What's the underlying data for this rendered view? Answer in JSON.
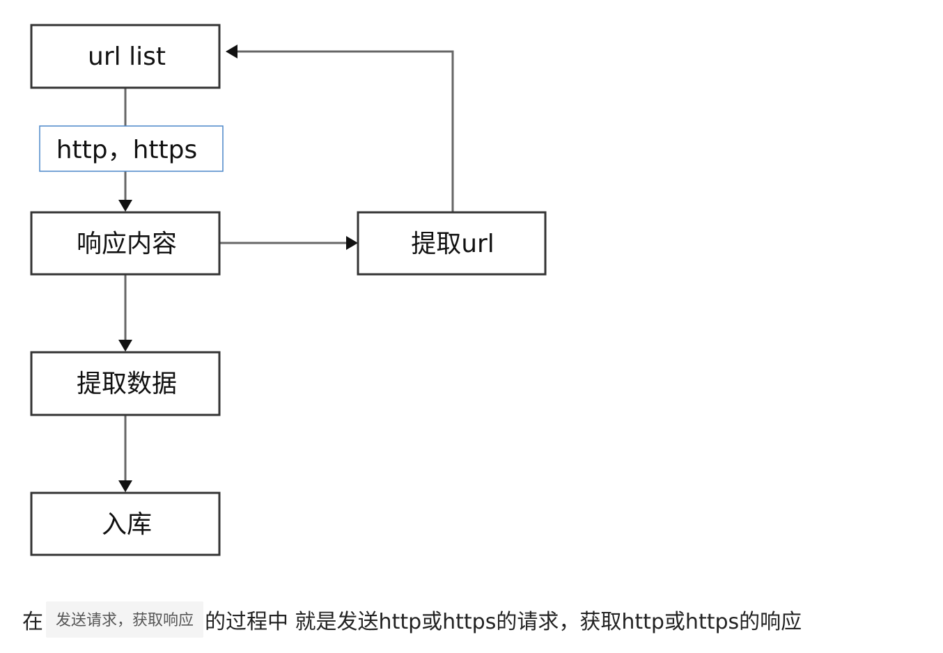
{
  "diagram": {
    "nodes": {
      "url_list": "url list",
      "response": "响应内容",
      "extract_url": "提取url",
      "extract_data": "提取数据",
      "store": "入库"
    },
    "edge_label": "http，https"
  },
  "caption": {
    "prefix": "在",
    "code": "发送请求，获取响应",
    "suffix": "的过程中 就是发送http或https的请求，获取http或https的响应"
  }
}
